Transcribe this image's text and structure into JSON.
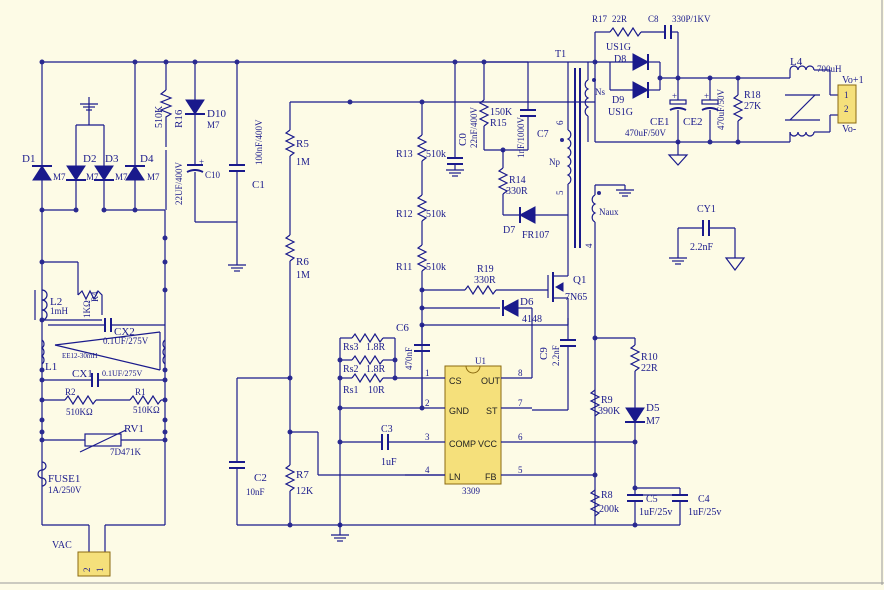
{
  "title": "",
  "components": {
    "D1": {
      "ref": "D1",
      "part": "M7"
    },
    "D2": {
      "ref": "D2",
      "part": "M7"
    },
    "D3": {
      "ref": "D3",
      "part": "M7"
    },
    "D4": {
      "ref": "D4",
      "part": "M7"
    },
    "R16": {
      "ref": "R16",
      "value": "510K"
    },
    "D10": {
      "ref": "D10",
      "part": "M7"
    },
    "C10": {
      "ref": "C10",
      "value": "22UF/400V"
    },
    "C1": {
      "ref": "C1",
      "value": "100nF/400V"
    },
    "L2": {
      "ref": "L2",
      "value": "1mH"
    },
    "R4": {
      "ref": "R4",
      "value": "1KΩ"
    },
    "CX2": {
      "ref": "CX2",
      "value": "0.1UF/275V"
    },
    "L1": {
      "ref": "L1",
      "value": "EE12-30mH"
    },
    "CX1": {
      "ref": "CX1",
      "value": "0.1UF/275V"
    },
    "R2": {
      "ref": "R2",
      "value": "510KΩ"
    },
    "R1": {
      "ref": "R1",
      "value": "510KΩ"
    },
    "RV1": {
      "ref": "RV1",
      "value": "7D471K"
    },
    "FUSE1": {
      "ref": "FUSE1",
      "value": "1A/250V"
    },
    "VAC": {
      "ref": "VAC",
      "pins": [
        "2",
        "1"
      ]
    },
    "R5": {
      "ref": "R5",
      "value": "1M"
    },
    "R6": {
      "ref": "R6",
      "value": "1M"
    },
    "R7": {
      "ref": "R7",
      "value": "12K"
    },
    "C2": {
      "ref": "C2",
      "value": "10nF"
    },
    "R13": {
      "ref": "R13",
      "value": "510k"
    },
    "R12": {
      "ref": "R12",
      "value": "510k"
    },
    "R11": {
      "ref": "R11",
      "value": "510k"
    },
    "C0": {
      "ref": "C0",
      "value": "22nF/400V"
    },
    "R15": {
      "ref": "R15",
      "value": "150K"
    },
    "C7": {
      "ref": "C7",
      "value": "1nF/1000V"
    },
    "R14": {
      "ref": "R14",
      "value": "330R"
    },
    "D7": {
      "ref": "D7",
      "part": "FR107"
    },
    "R19": {
      "ref": "R19",
      "value": "330R"
    },
    "D6": {
      "ref": "D6",
      "part": "4148"
    },
    "Q1": {
      "ref": "Q1",
      "part": "7N65"
    },
    "C6": {
      "ref": "C6",
      "value": "470nF"
    },
    "C9": {
      "ref": "C9",
      "value": "2.2nF"
    },
    "Rs3": {
      "ref": "Rs3",
      "value": "1.8R"
    },
    "Rs2": {
      "ref": "Rs2",
      "value": "1.8R"
    },
    "Rs1": {
      "ref": "Rs1",
      "value": "10R"
    },
    "C3": {
      "ref": "C3",
      "value": "1uF"
    },
    "U1": {
      "ref": "U1",
      "part": "3309",
      "left_pins": [
        {
          "num": "1",
          "name": "CS"
        },
        {
          "num": "2",
          "name": "GND"
        },
        {
          "num": "3",
          "name": "COMP"
        },
        {
          "num": "4",
          "name": "LN"
        }
      ],
      "right_pins": [
        {
          "num": "8",
          "name": "OUT"
        },
        {
          "num": "7",
          "name": "ST"
        },
        {
          "num": "6",
          "name": "VCC"
        },
        {
          "num": "5",
          "name": "FB"
        }
      ]
    },
    "T1": {
      "ref": "T1",
      "windings": {
        "ns": "Ns",
        "np": "Np",
        "naux": "Naux"
      },
      "pins": {
        "p6": "6",
        "p5": "5",
        "p4": "4"
      }
    },
    "R17": {
      "ref": "R17",
      "value": "22R"
    },
    "C8": {
      "ref": "C8",
      "value": "330P/1KV"
    },
    "D8": {
      "ref": "D8",
      "part": "US1G"
    },
    "D9": {
      "ref": "D9",
      "part": "US1G"
    },
    "CE1": {
      "ref": "CE1",
      "value": "470uF/50V"
    },
    "CE2": {
      "ref": "CE2",
      "value": "470uF/50V"
    },
    "R18": {
      "ref": "R18",
      "value": "27K"
    },
    "L4": {
      "ref": "L4",
      "value": "700uH"
    },
    "OUT": {
      "plus": "Vo+1",
      "minus": "Vo-",
      "pins": [
        "1",
        "2"
      ]
    },
    "CY1": {
      "ref": "CY1",
      "value": "2.2nF"
    },
    "R10": {
      "ref": "R10",
      "value": "22R"
    },
    "R9": {
      "ref": "R9",
      "value": "390K"
    },
    "D5": {
      "ref": "D5",
      "part": "M7"
    },
    "R8": {
      "ref": "R8",
      "value": "200k"
    },
    "C5": {
      "ref": "C5",
      "value": "1uF/25v"
    },
    "C4": {
      "ref": "C4",
      "value": "1uF/25v"
    }
  }
}
